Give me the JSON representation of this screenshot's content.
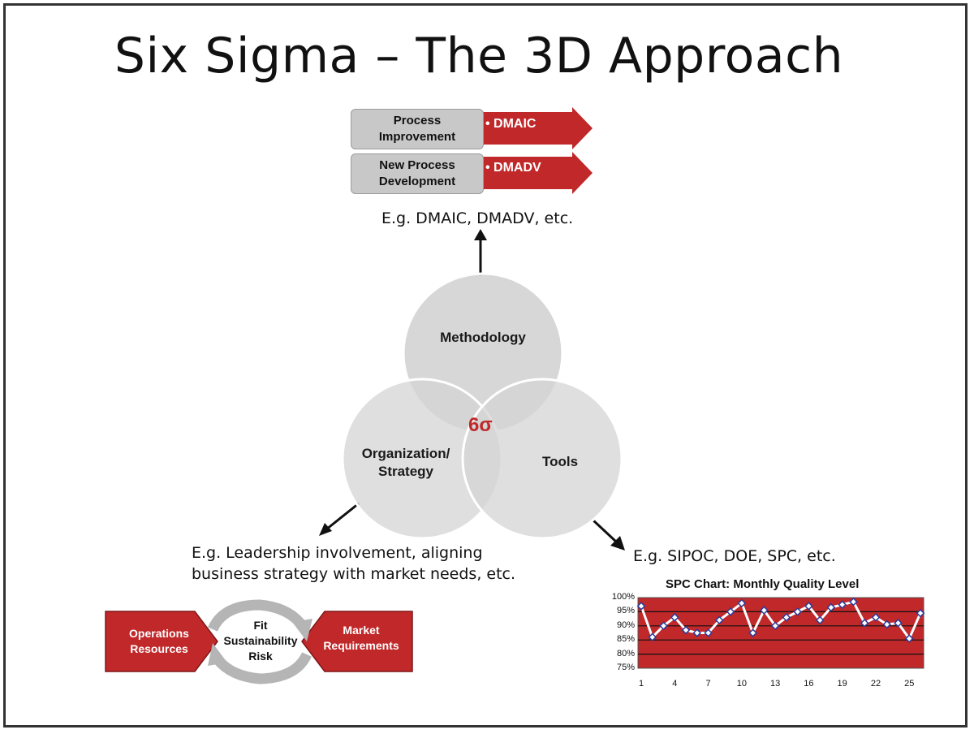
{
  "title": "Six Sigma – The 3D Approach",
  "methodology_boxes": [
    {
      "label_line1": "Process",
      "label_line2": "Improvement",
      "arrow_label": "• DMAIC"
    },
    {
      "label_line1": "New  Process",
      "label_line2": "Development",
      "arrow_label": "• DMADV"
    }
  ],
  "examples": {
    "methodology": "E.g.  DMAIC, DMADV, etc.",
    "organization_line1": "E.g.  Leadership involvement, aligning",
    "organization_line2": "business strategy with market needs, etc.",
    "tools": "E.g.  SIPOC, DOE, SPC, etc."
  },
  "venn": {
    "methodology": "Methodology",
    "organization_line1": "Organization/",
    "organization_line2": "Strategy",
    "tools": "Tools",
    "center": "6σ"
  },
  "cycle": {
    "left_line1": "Operations",
    "left_line2": "Resources",
    "right_line1": "Market",
    "right_line2": "Requirements",
    "center_line1": "Fit",
    "center_line2": "Sustainability",
    "center_line3": "Risk"
  },
  "colors": {
    "accent_red": "#c0282a",
    "circle_gray": "#d4d4d4",
    "box_gray": "#c8c8c8"
  },
  "chart_data": {
    "type": "line",
    "title": "SPC Chart: Monthly Quality Level",
    "xlabel": "",
    "ylabel": "",
    "x_ticks": [
      1,
      4,
      7,
      10,
      13,
      16,
      19,
      22,
      25
    ],
    "y_ticks": [
      "75%",
      "80%",
      "85%",
      "90%",
      "95%",
      "100%"
    ],
    "ylim": [
      75,
      100
    ],
    "xlim": [
      1,
      26
    ],
    "grid": true,
    "x": [
      1,
      2,
      3,
      4,
      5,
      6,
      7,
      8,
      9,
      10,
      11,
      12,
      13,
      14,
      15,
      16,
      17,
      18,
      19,
      20,
      21,
      22,
      23,
      24,
      25,
      26
    ],
    "values": [
      97,
      86,
      90,
      93,
      88.5,
      87.5,
      87.5,
      92,
      95,
      98,
      87.5,
      95.5,
      90,
      93,
      95,
      97,
      92,
      96.5,
      97.5,
      98.5,
      91,
      93,
      90.5,
      91,
      85.5,
      94.5
    ]
  }
}
